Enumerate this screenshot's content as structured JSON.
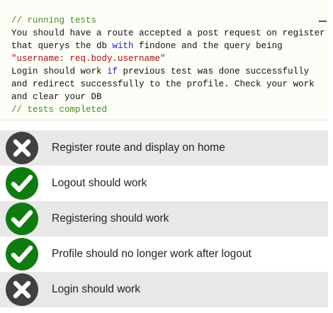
{
  "console": {
    "lines": [
      [
        {
          "t": "// running tests",
          "c": "comment"
        }
      ],
      [
        {
          "t": "You should have a route accepted a post request on register",
          "c": ""
        }
      ],
      [
        {
          "t": "that querys the db ",
          "c": ""
        },
        {
          "t": "with",
          "c": "kw"
        },
        {
          "t": " findone and the query being",
          "c": ""
        }
      ],
      [
        {
          "t": "\"username: req.body.username\"",
          "c": "str"
        }
      ],
      [
        {
          "t": "Login should work ",
          "c": ""
        },
        {
          "t": "if",
          "c": "kw"
        },
        {
          "t": " previous test was done successfully",
          "c": ""
        }
      ],
      [
        {
          "t": "and redirect successfully to the profile. Check your work",
          "c": ""
        }
      ],
      [
        {
          "t": "and clear your DB",
          "c": ""
        }
      ],
      [
        {
          "t": "// tests completed",
          "c": "comment"
        }
      ]
    ]
  },
  "tests": [
    {
      "label": "Register route and display on home",
      "status": "fail",
      "icon": "x-icon"
    },
    {
      "label": "Logout should work",
      "status": "pass",
      "icon": "check-icon"
    },
    {
      "label": "Registering should work",
      "status": "pass",
      "icon": "check-icon"
    },
    {
      "label": "Profile should no longer work after logout",
      "status": "pass",
      "icon": "check-icon"
    },
    {
      "label": "Login should work",
      "status": "fail",
      "icon": "x-icon"
    }
  ],
  "colors": {
    "pass": "#107c10",
    "fail": "#404040",
    "row_shade": "#e8e8e8",
    "comment": "#4a8a26",
    "keyword": "#2020cc",
    "string": "#a11111"
  }
}
